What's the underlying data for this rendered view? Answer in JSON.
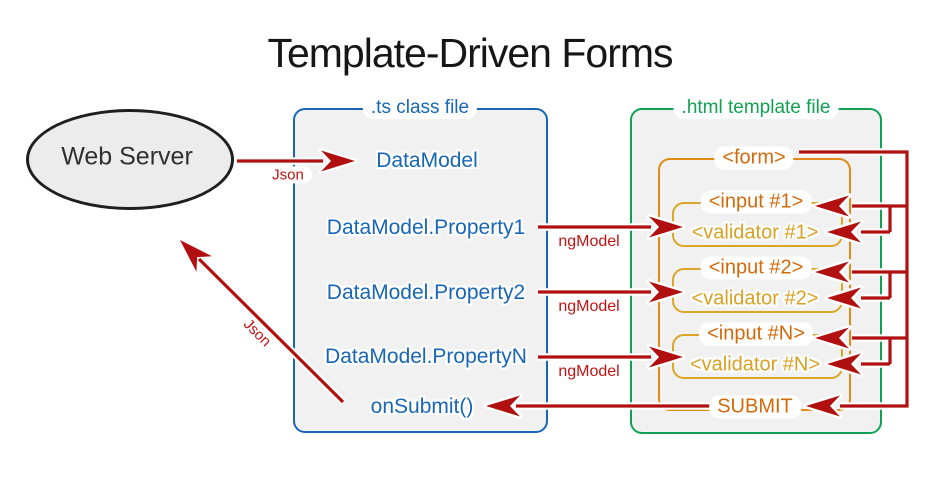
{
  "title": "Template-Driven Forms",
  "web_server": {
    "label": "Web Server"
  },
  "ts_box": {
    "title": ".ts class file",
    "items": [
      "DataModel",
      "DataModel.Property1",
      "DataModel.Property2",
      "DataModel.PropertyN",
      "onSubmit()"
    ]
  },
  "html_box": {
    "title": ".html template file",
    "form_label": "<form>",
    "submit_label": "SUBMIT",
    "fields": [
      {
        "input": "<input #1>",
        "validator": "<validator #1>"
      },
      {
        "input": "<input #2>",
        "validator": "<validator #2>"
      },
      {
        "input": "<input #N>",
        "validator": "<validator #N>"
      }
    ]
  },
  "arrow_labels": {
    "json_request": "Json",
    "json_response": "Json",
    "ngmodel": [
      "ngModel",
      "ngModel",
      "ngModel"
    ]
  },
  "colors": {
    "blue": "#1866B4",
    "green": "#12A152",
    "orange_text": "#D26A0B",
    "orange_border": "#E08A17",
    "gold": "#D8A123",
    "red_line": "#B01010",
    "red_label": "#C01414",
    "panel_fill": "#F1F1F1"
  }
}
